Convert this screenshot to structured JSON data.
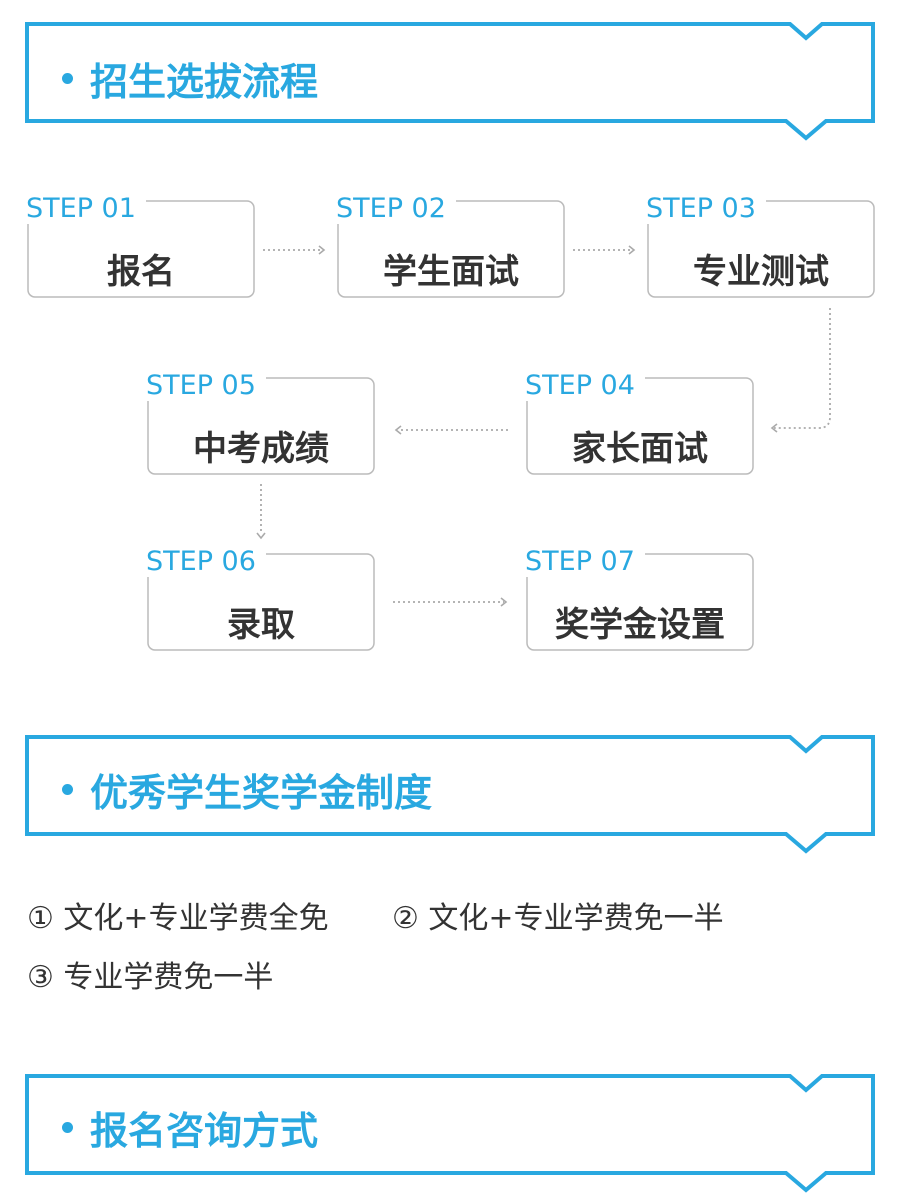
{
  "colors": {
    "accent": "#29a8e0",
    "step_border": "#bbbbbb",
    "text": "#333333",
    "arrow": "#aaaaaa"
  },
  "sections": [
    {
      "title": "招生选拔流程"
    },
    {
      "title": "优秀学生奖学金制度"
    },
    {
      "title": "报名咨询方式"
    }
  ],
  "steps": [
    {
      "label": "STEP 01",
      "name": "报名"
    },
    {
      "label": "STEP 02",
      "name": "学生面试"
    },
    {
      "label": "STEP 03",
      "name": "专业测试"
    },
    {
      "label": "STEP 04",
      "name": "家长面试"
    },
    {
      "label": "STEP 05",
      "name": "中考成绩"
    },
    {
      "label": "STEP 06",
      "name": "录取"
    },
    {
      "label": "STEP 07",
      "name": "奖学金设置"
    }
  ],
  "scholarships": [
    "① 文化+专业学费全免",
    "② 文化+专业学费免一半",
    "③ 专业学费免一半"
  ]
}
